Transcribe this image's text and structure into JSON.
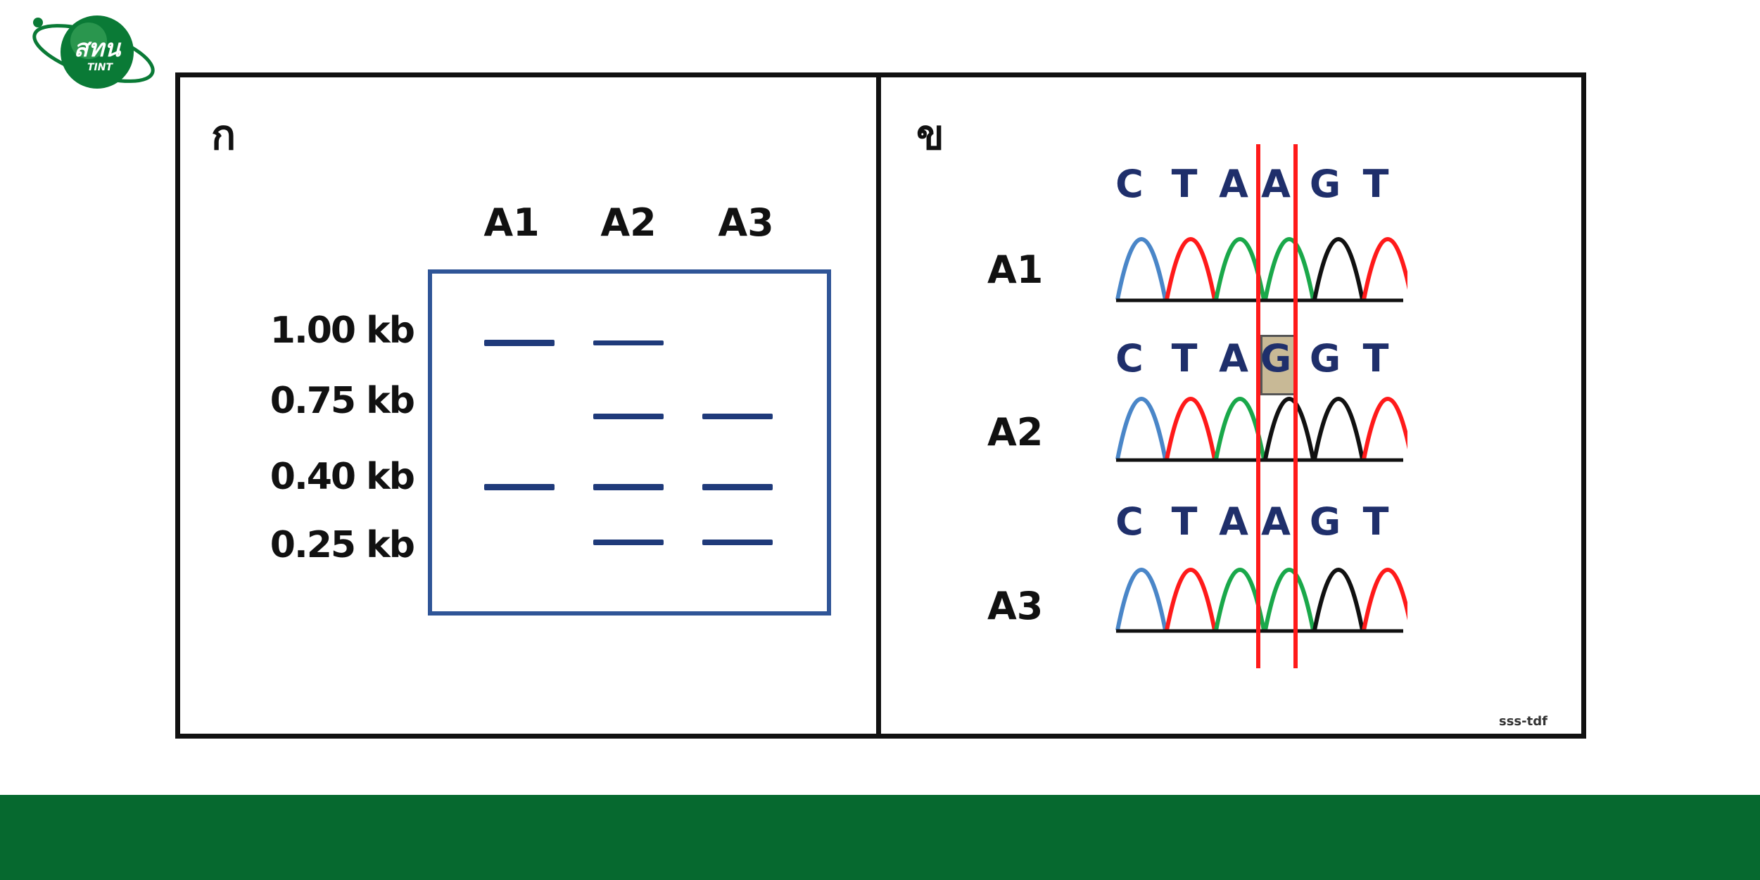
{
  "logo": {
    "text_main": "สทน",
    "text_sub": "TINT",
    "colors": {
      "green": "#0a7a36",
      "dark_green": "#064d22"
    }
  },
  "panel_a": {
    "letter": "ก",
    "lanes": [
      "A1",
      "A2",
      "A3"
    ],
    "sizes": [
      "1.00 kb",
      "0.75 kb",
      "0.40 kb",
      "0.25 kb"
    ],
    "bands": {
      "A1": [
        "1.00 kb",
        "0.40 kb"
      ],
      "A2": [
        "1.00 kb",
        "0.75 kb",
        "0.40 kb",
        "0.25 kb"
      ],
      "A3": [
        "0.75 kb",
        "0.40 kb",
        "0.25 kb"
      ]
    }
  },
  "panel_b": {
    "letter": "ข",
    "rows": [
      {
        "label": "A1",
        "bases": [
          "C",
          "T",
          "A",
          "A",
          "G",
          "T"
        ]
      },
      {
        "label": "A2",
        "bases": [
          "C",
          "T",
          "A",
          "G",
          "G",
          "T"
        ],
        "highlight_index": 3
      },
      {
        "label": "A3",
        "bases": [
          "C",
          "T",
          "A",
          "A",
          "G",
          "T"
        ]
      }
    ],
    "peak_colors": {
      "C": "#4a86c8",
      "T": "#ff1a1a",
      "A": "#1aa84a",
      "G": "#111111"
    },
    "marker_line_color": "#ff1a1a",
    "watermark": "sss-tdf"
  },
  "footer": {
    "color": "#06692f"
  }
}
